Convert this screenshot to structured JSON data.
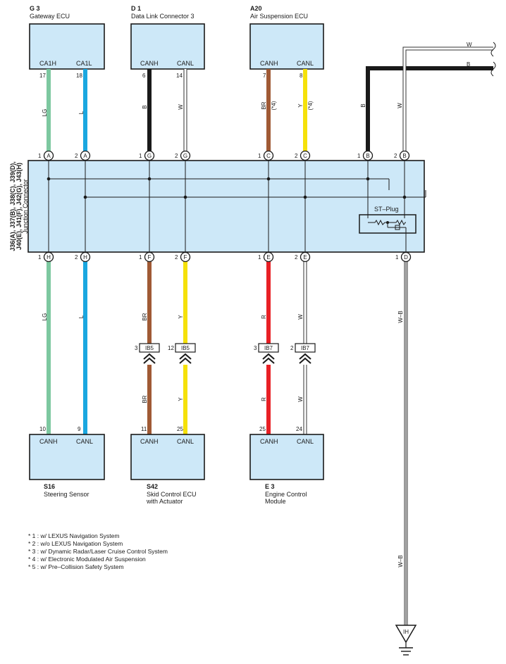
{
  "colors": {
    "LG": "#7dc8a0",
    "L": "#1aa7e0",
    "B": "#1a1a1a",
    "W": "#ffffff",
    "BR": "#a05a35",
    "Y": "#f5e10a",
    "R": "#e82025",
    "box_fill": "#cde8f8"
  },
  "top_components": [
    {
      "code": "G 3",
      "name": "Gateway ECU",
      "pins": [
        {
          "name": "CA1H",
          "num": "17"
        },
        {
          "name": "CA1L",
          "num": "18"
        }
      ]
    },
    {
      "code": "D 1",
      "name": "Data Link Connector 3",
      "pins": [
        {
          "name": "CANH",
          "num": "6"
        },
        {
          "name": "CANL",
          "num": "14"
        }
      ]
    },
    {
      "code": "A20",
      "name": "Air Suspension ECU",
      "pins": [
        {
          "name": "CANH",
          "num": "7"
        },
        {
          "name": "CANL",
          "num": "8"
        }
      ]
    }
  ],
  "bottom_components": [
    {
      "code": "S16",
      "name": "Steering Sensor",
      "pins": [
        {
          "name": "CANH",
          "num": "10"
        },
        {
          "name": "CANL",
          "num": "9"
        }
      ]
    },
    {
      "code": "S42",
      "name_line1": "Skid Control ECU",
      "name_line2": "with Actuator",
      "pins": [
        {
          "name": "CANH",
          "num": "11"
        },
        {
          "name": "CANL",
          "num": "25"
        }
      ]
    },
    {
      "code": "E 3",
      "name_line1": "Engine Control",
      "name_line2": "Module",
      "pins": [
        {
          "name": "CANH",
          "num": "25"
        },
        {
          "name": "CANL",
          "num": "24"
        }
      ]
    }
  ],
  "junction": {
    "label_line1": "J36(A), J37(B), J38(C), J39(D),",
    "label_line2": "J40(E), J41(F), J42(G), J43(H)",
    "label_line3": "Junction Connector",
    "st_plug": "ST–Plug",
    "top_pins": [
      {
        "num": "1",
        "letter": "A"
      },
      {
        "num": "2",
        "letter": "A"
      },
      {
        "num": "1",
        "letter": "G"
      },
      {
        "num": "2",
        "letter": "G"
      },
      {
        "num": "1",
        "letter": "C"
      },
      {
        "num": "2",
        "letter": "C"
      },
      {
        "num": "1",
        "letter": "B"
      },
      {
        "num": "2",
        "letter": "B"
      }
    ],
    "bottom_pins": [
      {
        "num": "1",
        "letter": "H"
      },
      {
        "num": "2",
        "letter": "H"
      },
      {
        "num": "1",
        "letter": "F"
      },
      {
        "num": "2",
        "letter": "F"
      },
      {
        "num": "1",
        "letter": "E"
      },
      {
        "num": "2",
        "letter": "E"
      },
      {
        "num": "1",
        "letter": "D"
      }
    ]
  },
  "wire_labels": {
    "top": [
      "LG",
      "L",
      "B",
      "W",
      "BR",
      "Y",
      "B",
      "W"
    ],
    "top_notes": [
      "(*4)",
      "(*4)"
    ],
    "bottom_upper": [
      "LG",
      "L",
      "BR",
      "Y",
      "R",
      "W",
      "W–B"
    ],
    "bottom_lower": [
      "BR",
      "Y",
      "R",
      "W",
      "W–B"
    ],
    "right_top": [
      "W",
      "B"
    ]
  },
  "inline_connectors": [
    {
      "num": "3",
      "code": "IB5"
    },
    {
      "num": "12",
      "code": "IB5"
    },
    {
      "num": "3",
      "code": "IB7"
    },
    {
      "num": "2",
      "code": "IB7"
    }
  ],
  "ground": "IH",
  "notes": [
    "* 1 : w/ LEXUS Navigation System",
    "* 2 : w/o LEXUS Navigation System",
    "* 3 : w/ Dynamic Radar/Laser Cruise Control System",
    "* 4 : w/ Electronic Modulated Air Suspension",
    "* 5 : w/ Pre–Collision Safety System"
  ]
}
